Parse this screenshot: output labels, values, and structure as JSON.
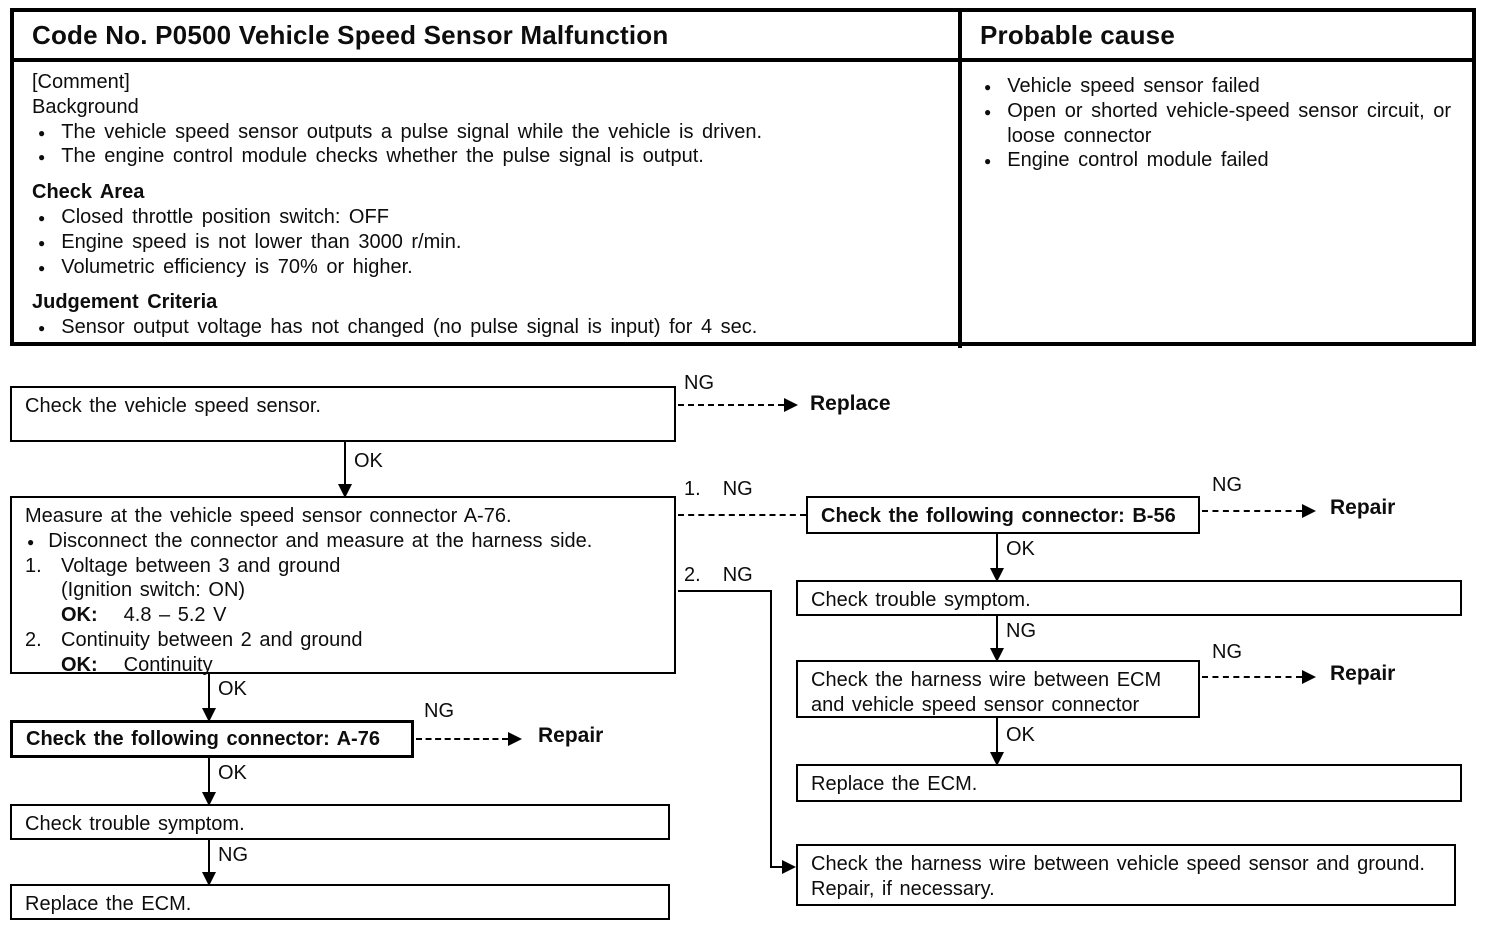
{
  "colors": {
    "ink": "#0d0d0d",
    "paper": "#ffffff"
  },
  "table": {
    "code_title": "Code No. P0500 Vehicle Speed Sensor Malfunction",
    "probable_cause_title": "Probable cause",
    "comment_tag": "[Comment]",
    "background_label": "Background",
    "background_items": [
      "The vehicle speed sensor outputs a pulse signal while the vehicle is driven.",
      "The engine control module checks whether the pulse signal is output."
    ],
    "check_area_label": "Check Area",
    "check_area_items": [
      "Closed throttle position switch: OFF",
      "Engine speed is not lower than 3000 r/min.",
      "Volumetric efficiency is 70% or higher."
    ],
    "judgement_label": "Judgement Criteria",
    "judgement_items": [
      "Sensor output voltage has not changed (no pulse signal is input) for 4 sec."
    ],
    "probable_causes": [
      "Vehicle speed sensor failed",
      "Open or shorted vehicle-speed sensor circuit, or loose connector",
      "Engine control module failed"
    ]
  },
  "flow": {
    "labels": {
      "ng": "NG",
      "ok": "OK",
      "num1": "1.",
      "num2": "2.",
      "replace": "Replace",
      "repair": "Repair"
    },
    "check_sensor": "Check the vehicle speed sensor.",
    "measure": {
      "title": "Measure at the vehicle speed sensor connector A-76.",
      "bullet": "Disconnect the connector and measure at the harness side.",
      "item1": "Voltage between 3 and ground",
      "item1_sub": "(Ignition switch: ON)",
      "ok_label": "OK:",
      "item1_value": "4.8 – 5.2 V",
      "item2": "Continuity between 2 and ground",
      "item2_value": "Continuity"
    },
    "connector_b56": "Check the following connector: B-56",
    "check_symptom_right": "Check trouble symptom.",
    "harness_ecm_l1": "Check the harness wire between ECM",
    "harness_ecm_l2": "and vehicle speed sensor connector",
    "replace_ecm_right": "Replace the ECM.",
    "harness_ground_l1": "Check the harness wire between vehicle speed sensor and ground.",
    "harness_ground_l2": "Repair, if necessary.",
    "connector_a76": "Check the following connector: A-76",
    "check_symptom_left": "Check trouble symptom.",
    "replace_ecm_left": "Replace the ECM."
  }
}
